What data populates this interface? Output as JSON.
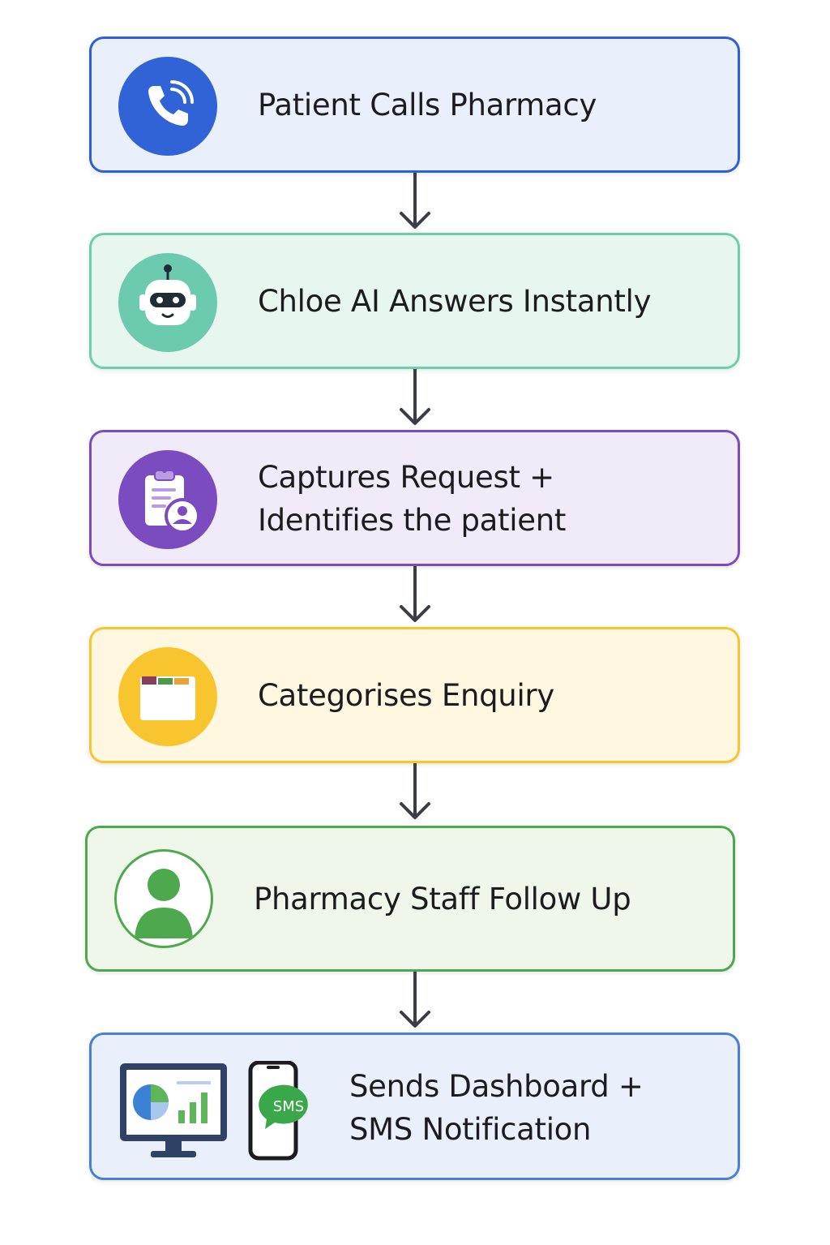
{
  "steps": [
    {
      "label": "Patient Calls Pharmacy",
      "icon": "phone-icon",
      "accent": "#2f5fd6"
    },
    {
      "label": "Chloe AI Answers Instantly",
      "icon": "robot-icon",
      "accent": "#6ccfaa"
    },
    {
      "label_line1": "Captures Request +",
      "label_line2": "Identifies the patient",
      "icon": "clipboard-user-icon",
      "accent": "#7b4bbf"
    },
    {
      "label": "Categorises Enquiry",
      "icon": "folder-icon",
      "accent": "#f6c62c"
    },
    {
      "label": "Pharmacy Staff Follow Up",
      "icon": "staff-person-icon",
      "accent": "#4ea84e"
    },
    {
      "label_line1": "Sends Dashboard +",
      "label_line2": "SMS Notification",
      "icon": "dashboard-monitor-icon",
      "icon2": "sms-phone-icon",
      "sms_badge": "SMS",
      "accent": "#4a7fd8"
    }
  ]
}
